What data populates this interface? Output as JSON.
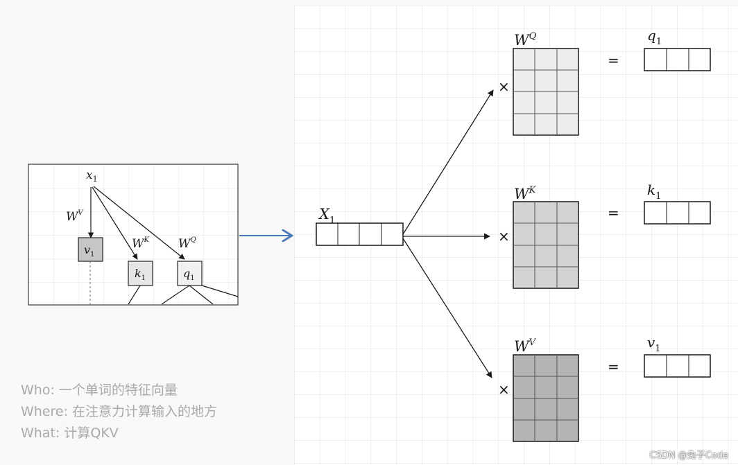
{
  "left_panel": {
    "x_label": "x",
    "x_sub": "1",
    "wv_label": "W",
    "wv_sup": "V",
    "wk_label": "W",
    "wk_sup": "K",
    "wq_label": "W",
    "wq_sup": "Q",
    "v_label": "v",
    "v_sub": "1",
    "k_label": "k",
    "k_sub": "1",
    "q_label": "q",
    "q_sub": "1"
  },
  "right_panel": {
    "input_label": "X",
    "input_sub": "1",
    "rows": [
      {
        "weight": "W",
        "weight_sup": "Q",
        "times": "×",
        "equals": "=",
        "result": "q",
        "result_sub": "1",
        "fill": "#ececec"
      },
      {
        "weight": "W",
        "weight_sup": "K",
        "times": "×",
        "equals": "=",
        "result": "k",
        "result_sub": "1",
        "fill": "#d3d3d3"
      },
      {
        "weight": "W",
        "weight_sup": "V",
        "times": "×",
        "equals": "=",
        "result": "v",
        "result_sub": "1",
        "fill": "#b4b4b4"
      }
    ]
  },
  "captions": [
    "Who: 一个单词的特征向量",
    "Where: 在注意力计算输入的地方",
    "What: 计算QKV"
  ],
  "colors": {
    "arrow_blue": "#4a78b5",
    "grid": "#dedede",
    "outline": "#1a1a1a"
  },
  "watermark": "CSDN @兔子Code"
}
